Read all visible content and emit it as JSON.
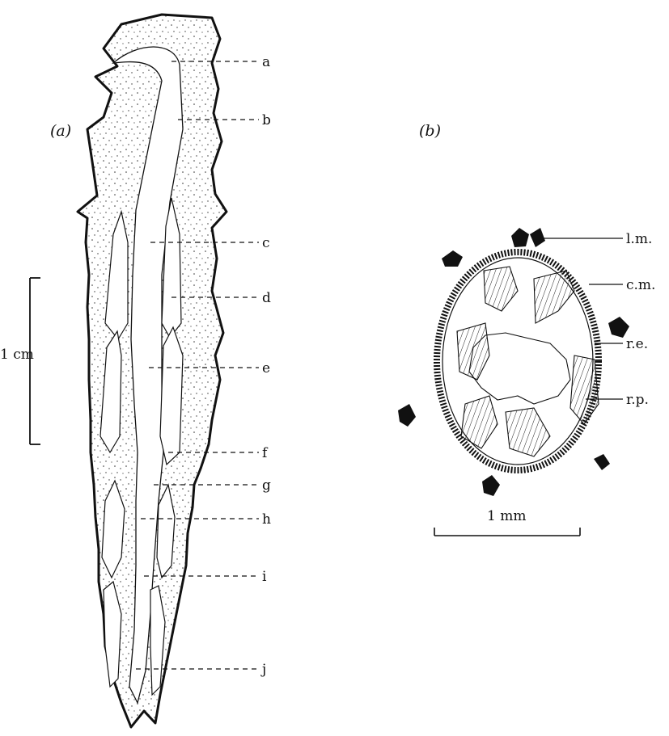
{
  "figure": {
    "panel_a": {
      "label": "(a)",
      "labels": [
        "a",
        "b",
        "c",
        "d",
        "e",
        "f",
        "g",
        "h",
        "i",
        "j"
      ],
      "scale_bar": "1 cm"
    },
    "panel_b": {
      "label": "(b)",
      "labels": [
        "l.m.",
        "c.m.",
        "r.e.",
        "r.p."
      ],
      "scale_bar": "1 mm"
    }
  },
  "colors": {
    "ink": "#111111",
    "paper": "#ffffff"
  }
}
